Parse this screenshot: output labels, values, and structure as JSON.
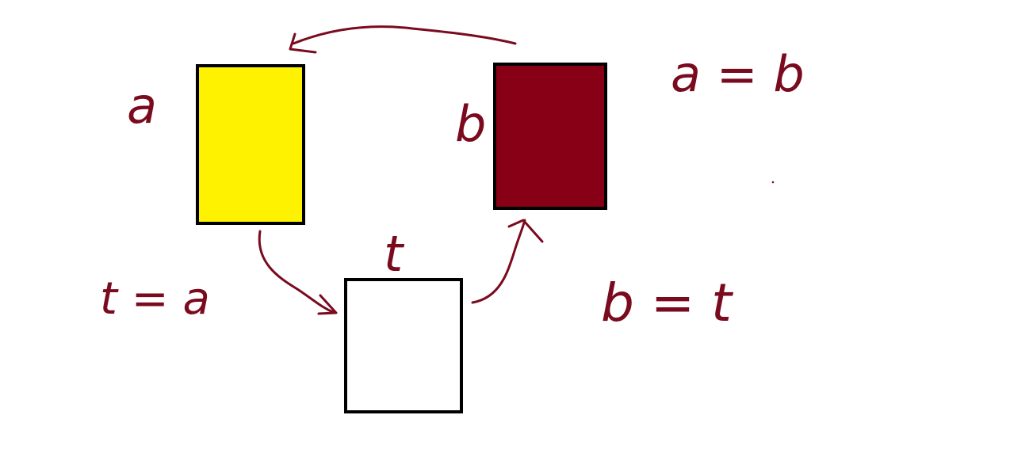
{
  "colors": {
    "ink": "#7a0a1e",
    "box_a_fill": "#fff200",
    "box_b_fill": "#880015",
    "box_t_fill": "#ffffff",
    "box_stroke": "#000000"
  },
  "variables": {
    "a": {
      "label": "a"
    },
    "b": {
      "label": "b"
    },
    "t": {
      "label": "t"
    }
  },
  "equations": {
    "step1": "t = a",
    "step2": "a = b",
    "step3": "b = t"
  }
}
